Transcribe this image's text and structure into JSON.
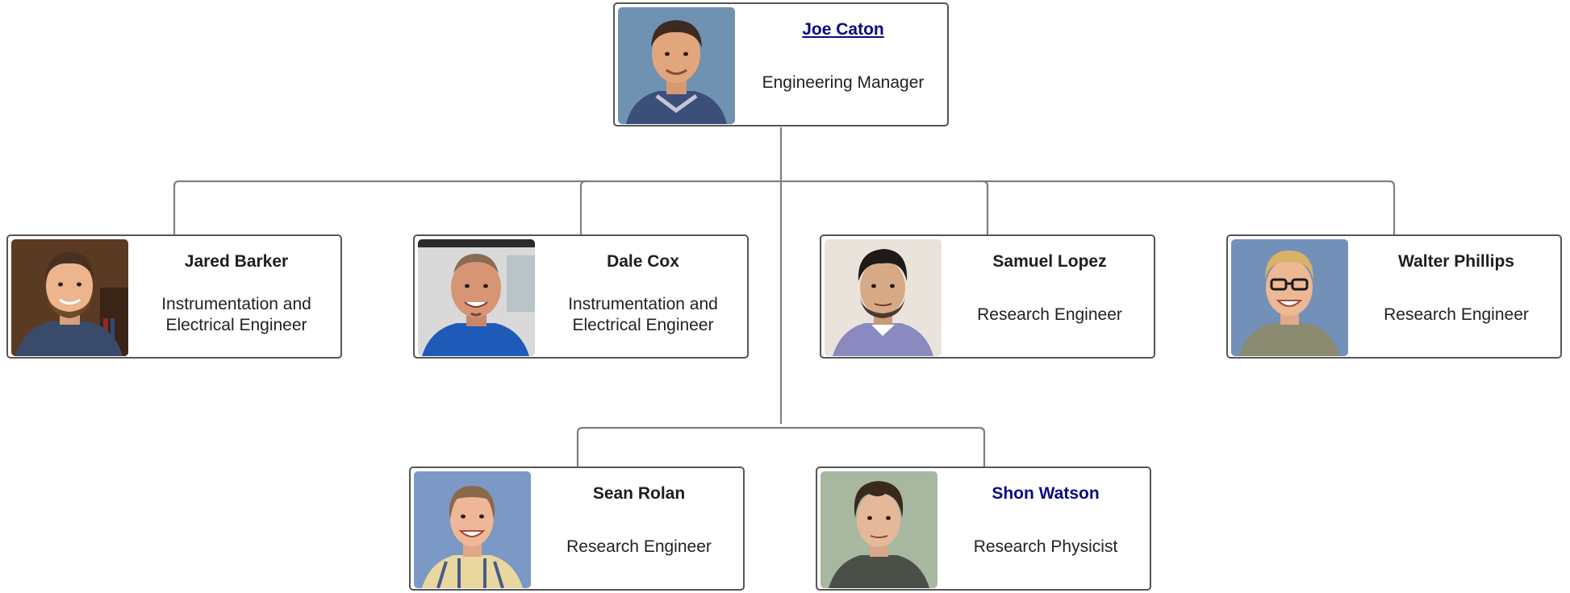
{
  "org_chart": {
    "manager": {
      "name": "Joe Caton",
      "title": "Engineering Manager",
      "link_color": "#0a0a80"
    },
    "reports": [
      {
        "name": "Jared Barker",
        "title": "Instrumentation and Electrical Engineer"
      },
      {
        "name": "Dale Cox",
        "title": "Instrumentation and Electrical Engineer"
      },
      {
        "name": "Samuel Lopez",
        "title": "Research Engineer"
      },
      {
        "name": "Walter Phillips",
        "title": "Research Engineer"
      },
      {
        "name": "Sean Rolan",
        "title": "Research Engineer"
      },
      {
        "name": "Shon Watson",
        "title": "Research Physicist"
      }
    ]
  },
  "colors": {
    "card_border": "#555555",
    "connector": "#808080",
    "name_link": "#0a0a80",
    "name_text": "#1e1e1e"
  }
}
